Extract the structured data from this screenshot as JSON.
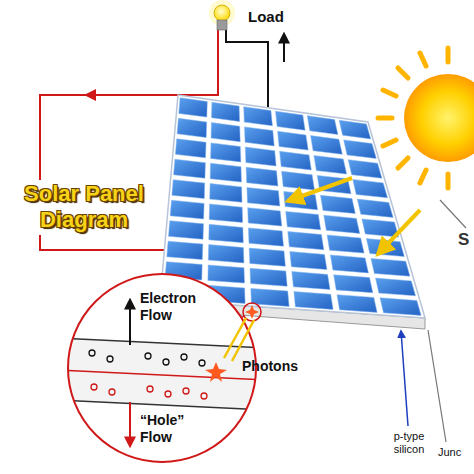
{
  "diagram": {
    "title": "Solar Panel Diagram",
    "labels": [
      "Load",
      "S",
      "Electron Flow",
      "Photons",
      "“Hole” Flow",
      "p-type silicon",
      "Junc"
    ]
  }
}
